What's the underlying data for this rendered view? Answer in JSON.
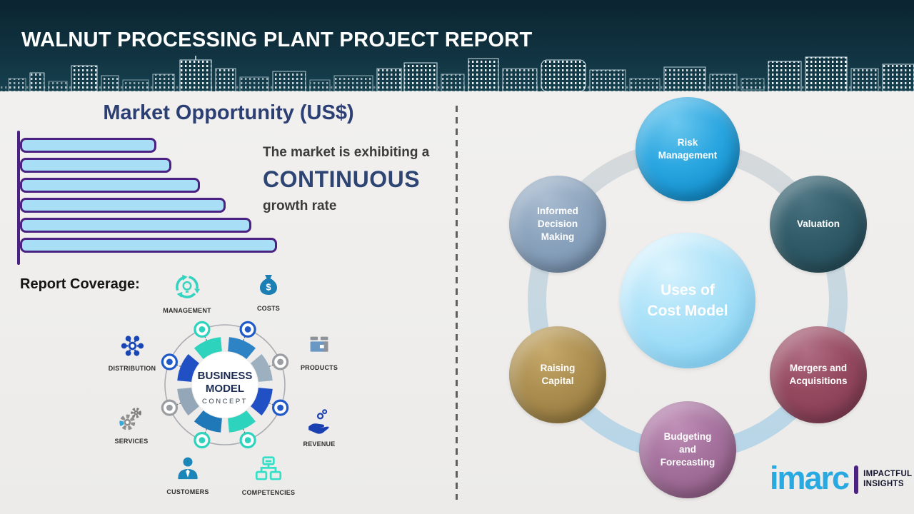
{
  "header": {
    "title": "WALNUT PROCESSING PLANT PROJECT REPORT"
  },
  "left_panel": {
    "chart_title": "Market Opportunity (US$)",
    "growth_text": {
      "line1": "The market is exhibiting a",
      "line2": "CONTINUOUS",
      "line3": "growth rate"
    },
    "report_coverage_label": "Report Coverage:",
    "business_model": {
      "center_line1": "BUSINESS",
      "center_line2": "MODEL",
      "center_line3": "CONCEPT",
      "items": [
        {
          "label": "MANAGEMENT",
          "icon": "management-recycle-bulb-icon",
          "color": "#35d3c0"
        },
        {
          "label": "COSTS",
          "icon": "money-bag-icon",
          "color": "#1b7fb4"
        },
        {
          "label": "DISTRIBUTION",
          "icon": "network-hub-icon",
          "color": "#1a46b4"
        },
        {
          "label": "PRODUCTS",
          "icon": "package-box-icon",
          "color": "#6a98c4"
        },
        {
          "label": "SERVICES",
          "icon": "gears-icon",
          "color": "#8f8f8f"
        },
        {
          "label": "REVENUE",
          "icon": "hand-coins-icon",
          "color": "#1a3fb0"
        },
        {
          "label": "CUSTOMERS",
          "icon": "person-icon",
          "color": "#1b86b8"
        },
        {
          "label": "COMPETENCIES",
          "icon": "org-chart-icon",
          "color": "#35e0c8"
        }
      ]
    }
  },
  "right_panel": {
    "cost_model": {
      "center_line1": "Uses of",
      "center_line2": "Cost Model",
      "center_color": "#92d8f5",
      "ring_color": "#c9d4da",
      "satellites": {
        "risk": {
          "label": "Risk Management",
          "color": "#1a9edb"
        },
        "valuation": {
          "label": "Valuation",
          "color": "#2a5562"
        },
        "informed": {
          "label": "Informed Decision Making",
          "color": "#7e99b7"
        },
        "mergers": {
          "label": "Mergers and Acquisitions",
          "color": "#92485f"
        },
        "raising": {
          "label": "Raising Capital",
          "color": "#a78a4c"
        },
        "budgeting": {
          "label": "Budgeting and Forecasting",
          "color": "#a26f9b"
        }
      }
    }
  },
  "footer_logo": {
    "brand": "imarc",
    "tagline_line1": "IMPACTFUL",
    "tagline_line2": "INSIGHTS",
    "brand_color": "#29a9e1"
  },
  "chart_data": {
    "type": "bar",
    "orientation": "horizontal",
    "title": "Market Opportunity (US$)",
    "categories": [
      "",
      "",
      "",
      "",
      "",
      ""
    ],
    "values_relative_pct": [
      53,
      59,
      70,
      80,
      90,
      100
    ],
    "bar_fill": "#a9dff6",
    "bar_border": "#4b2182",
    "xlabel": "",
    "ylabel": ""
  }
}
